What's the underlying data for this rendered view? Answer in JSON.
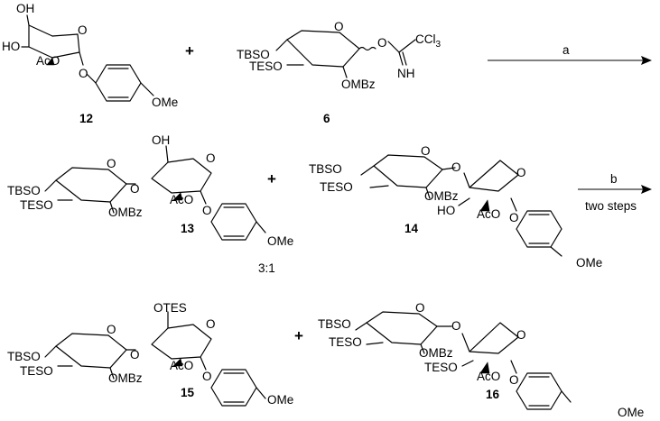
{
  "compounds": {
    "c12": "12",
    "c6": "6",
    "c13": "13",
    "c14": "14",
    "c15": "15",
    "c16": "16"
  },
  "groups": {
    "oh": "OH",
    "ho": "HO",
    "aco": "AcO",
    "ome": "OMe",
    "tbso": "TBSO",
    "teso": "TESO",
    "ombz": "OMBz",
    "o": "O",
    "ccl3": "CCl",
    "ccl3_sub": "3",
    "nh": "NH",
    "otes": "OTES"
  },
  "plus": "+",
  "reactions": {
    "a_label": "a",
    "b_label": "b",
    "b_sub": "two steps"
  },
  "ratio": "3:1"
}
